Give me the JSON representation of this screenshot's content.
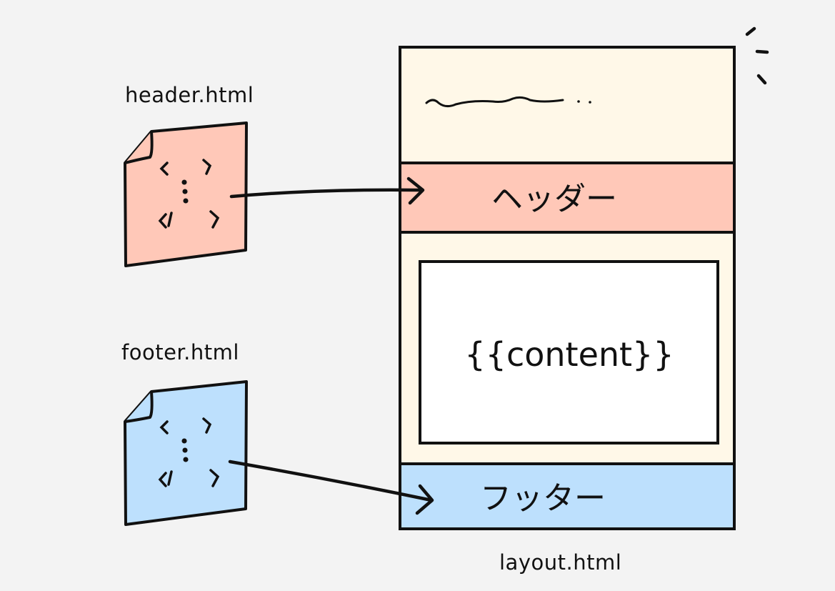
{
  "files": {
    "header": {
      "filename": "header.html",
      "color": "#ffc8b8"
    },
    "footer": {
      "filename": "footer.html",
      "color": "#bde0fd"
    }
  },
  "layout": {
    "filename": "layout.html",
    "page_color": "#fff8e8",
    "header_band": {
      "text": "ヘッダー",
      "color": "#ffc8b8"
    },
    "content_box": {
      "text": "{{content}}",
      "color": "#ffffff"
    },
    "footer_band": {
      "text": "フッター",
      "color": "#bde0fd"
    }
  },
  "icons": {
    "file": "file-icon",
    "arrow": "arrow-icon"
  }
}
